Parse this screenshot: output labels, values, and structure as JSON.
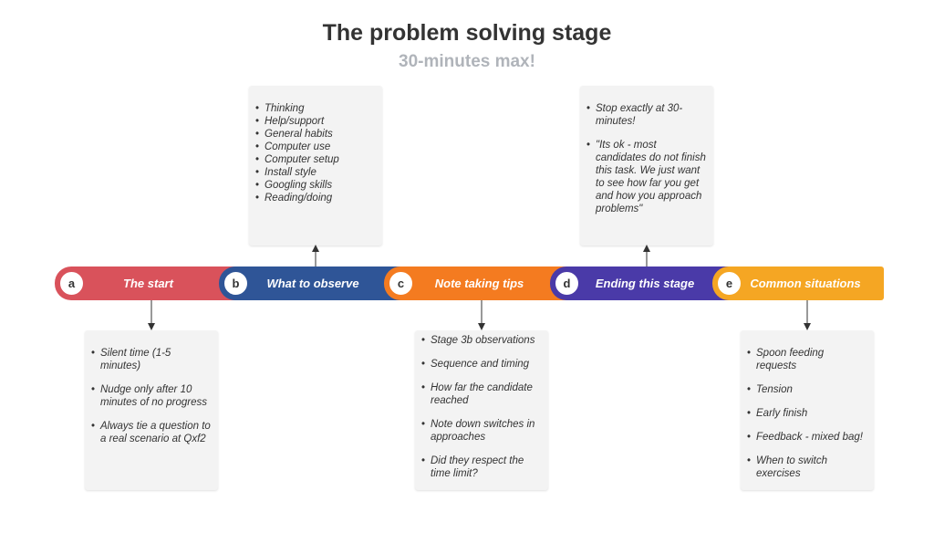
{
  "title": "The problem solving stage",
  "subtitle": "30-minutes max!",
  "stages": [
    {
      "letter": "a",
      "label": "The start",
      "color": "#d9525b"
    },
    {
      "letter": "b",
      "label": "What to observe",
      "color": "#2f5597"
    },
    {
      "letter": "c",
      "label": "Note taking tips",
      "color": "#f47b20"
    },
    {
      "letter": "d",
      "label": "Ending this stage",
      "color": "#4a3aa8"
    },
    {
      "letter": "e",
      "label": "Common situations",
      "color": "#f5a623"
    }
  ],
  "notes": {
    "a": [
      "Silent time (1-5 minutes)",
      "Nudge only after 10 minutes of no progress",
      "Always tie a question to a real scenario at Qxf2"
    ],
    "b": [
      "Thinking",
      "Help/support",
      "General habits",
      "Computer use",
      "Computer setup",
      "Install style",
      "Googling skills",
      "Reading/doing"
    ],
    "c": [
      "Stage 3b observations",
      "Sequence and timing",
      "How far the candidate reached",
      "Note down switches in approaches",
      "Did they respect the time limit?"
    ],
    "d": [
      "Stop exactly at 30-minutes!",
      "\"Its ok - most candidates do not finish this task. We just want to see how far you get and how you approach problems\""
    ],
    "e": [
      "Spoon feeding requests",
      "Tension",
      "Early finish",
      "Feedback - mixed bag!",
      "When to switch exercises"
    ]
  }
}
